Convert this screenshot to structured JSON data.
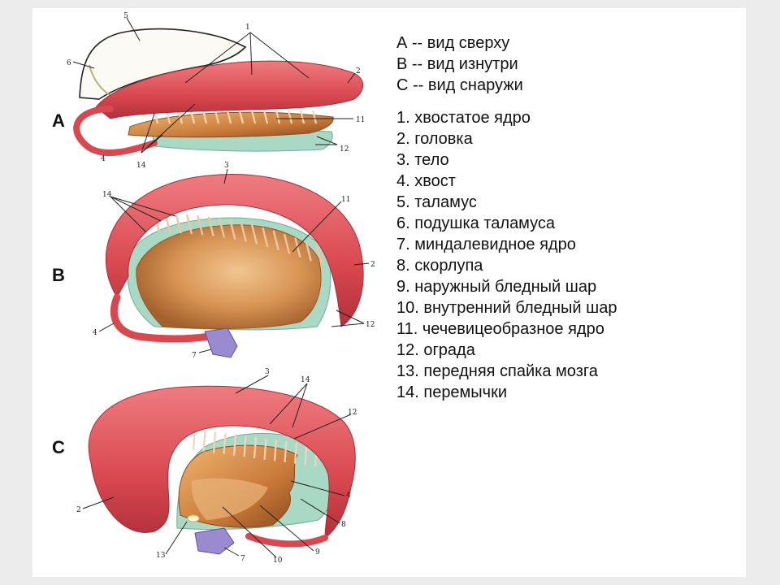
{
  "views": {
    "A": {
      "letter": "A",
      "caption": "А -- вид сверху"
    },
    "B": {
      "letter": "B",
      "caption": "В -- вид изнутри"
    },
    "C": {
      "letter": "C",
      "caption": "С -- вид снаружи"
    }
  },
  "structures": [
    {
      "num": "1",
      "text": "1. хвостатое ядро"
    },
    {
      "num": "2",
      "text": "2. головка"
    },
    {
      "num": "3",
      "text": "3. тело"
    },
    {
      "num": "4",
      "text": "4. хвост"
    },
    {
      "num": "5",
      "text": "5. таламус"
    },
    {
      "num": "6",
      "text": "6. подушка таламуса"
    },
    {
      "num": "7",
      "text": "7. миндалевидное ядро"
    },
    {
      "num": "8",
      "text": "8. скорлупа"
    },
    {
      "num": "9",
      "text": "9. наружный бледный шар"
    },
    {
      "num": "10",
      "text": "10. внутренний бледный шар"
    },
    {
      "num": "11",
      "text": "11. чечевицеобразное ядро"
    },
    {
      "num": "12",
      "text": "12. ограда"
    },
    {
      "num": "13",
      "text": "13. передняя спайка мозга"
    },
    {
      "num": "14",
      "text": "14. перемычки"
    }
  ],
  "callouts": {
    "a1": "1",
    "a2": "2",
    "a4": "4",
    "a5": "5",
    "a6": "6",
    "a11": "11",
    "a12": "12",
    "a14": "14",
    "b2": "2",
    "b3": "3",
    "b4": "4",
    "b7": "7",
    "b11": "11",
    "b12": "12",
    "b14": "14",
    "c2": "2",
    "c3": "3",
    "c4": "4",
    "c7": "7",
    "c8": "8",
    "c9": "9",
    "c10": "10",
    "c12": "12",
    "c13": "13",
    "c14": "14"
  },
  "colors": {
    "caudate": "#d9484f",
    "caudate_dark": "#a82a33",
    "lentiform": "#c98a4a",
    "lentiform_dark": "#9a5a26",
    "claustrum": "#a9d9c4",
    "amygdala": "#9a8ad0"
  }
}
